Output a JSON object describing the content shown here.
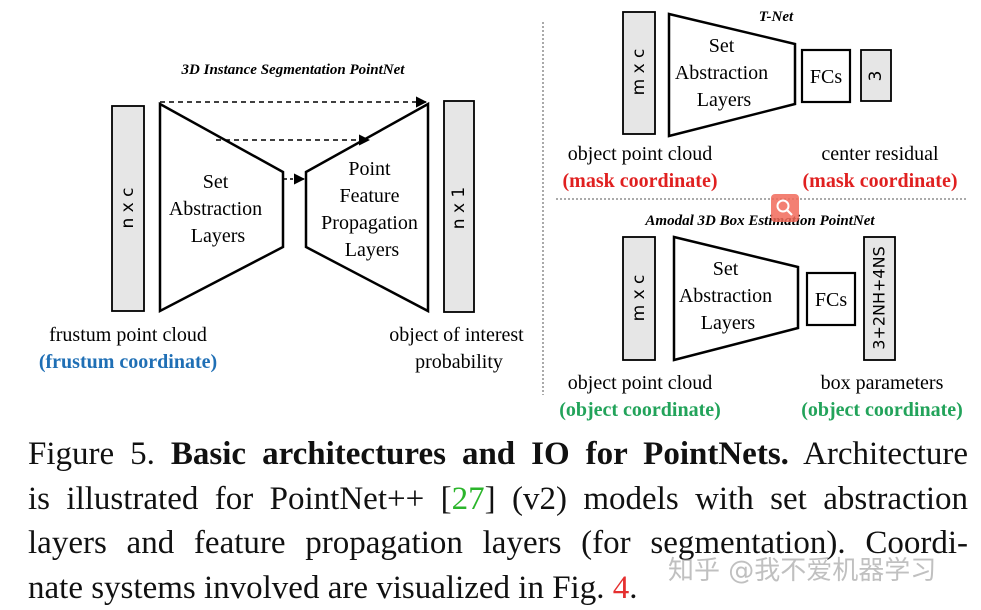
{
  "left_panel": {
    "title": "3D Instance Segmentation PointNet",
    "input_dim": "n x c",
    "output_dim": "n x 1",
    "encoder": [
      "Set",
      "Abstraction",
      "Layers"
    ],
    "decoder": [
      "Point",
      "Feature",
      "Propagation",
      "Layers"
    ],
    "input_label": "frustum point cloud",
    "input_coord": "(frustum coordinate)",
    "output_label": [
      "object of interest",
      "probability"
    ]
  },
  "tnet": {
    "title": "T-Net",
    "input_dim": "m x c",
    "block": [
      "Set",
      "Abstraction",
      "Layers"
    ],
    "fc": "FCs",
    "output_dim": "3",
    "input_label": "object point cloud",
    "input_coord": "(mask coordinate)",
    "output_label": "center residual",
    "output_coord": "(mask coordinate)"
  },
  "amodal": {
    "title": "Amodal 3D Box Estimation PointNet",
    "input_dim": "m x c",
    "block": [
      "Set",
      "Abstraction",
      "Layers"
    ],
    "fc": "FCs",
    "output_dim": "3+2NH+4NS",
    "input_label": "object point cloud",
    "input_coord": "(object coordinate)",
    "output_label": "box parameters",
    "output_coord": "(object coordinate)"
  },
  "caption": {
    "prefix": "Figure 5. ",
    "bold": "Basic architectures and IO for PointNets.",
    "t1": " Architecture",
    "t2": "is illustrated for PointNet++ [",
    "ref1": "27",
    "t3": "] (v2) models with set abstraction",
    "t4": "layers and feature propagation layers (for segmentation). Coordi-",
    "t5": "nate systems involved are visualized in Fig. ",
    "ref2": "4",
    "t6": "."
  },
  "watermark": "知乎 @我不爱机器学习",
  "colors": {
    "frustum": "#1f6fb5",
    "mask": "#e02020",
    "object": "#22a35a",
    "box_fill": "#e6e6e6",
    "ref_green": "#2bb52b",
    "ref_red": "#e53030"
  }
}
